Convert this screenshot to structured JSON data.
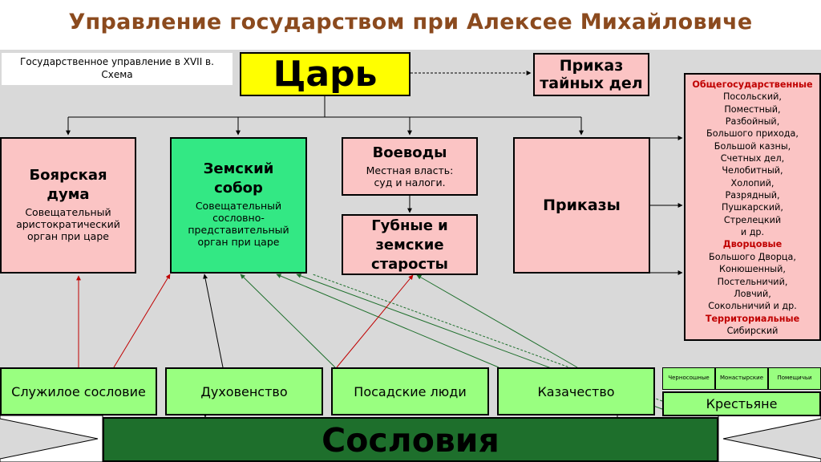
{
  "title": "Управление государством при Алексее Михайловиче",
  "caption": {
    "line1": "Государственное управление в XVII в.",
    "line2": "Схема"
  },
  "tsar": "Царь",
  "secret_office": {
    "line1": "Приказ",
    "line2": "тайных дел"
  },
  "boyar_duma": {
    "head_line1": "Боярская",
    "head_line2": "дума",
    "sub_line1": "Совещательный",
    "sub_line2": "аристократический",
    "sub_line3": "орган при царе"
  },
  "zemsky_sobor": {
    "head_line1": "Земский",
    "head_line2": "собор",
    "sub_line1": "Совещательный",
    "sub_line2": "сословно-",
    "sub_line3": "представительный",
    "sub_line4": "орган при царе"
  },
  "voevody": {
    "head": "Воеводы",
    "sub_line1": "Местная власть:",
    "sub_line2": "суд и налоги."
  },
  "gubnye": {
    "line1": "Губные и",
    "line2": "земские",
    "line3": "старосты"
  },
  "prikazy": "Приказы",
  "offices_list": {
    "general_heading": "Общегосударственные",
    "general": [
      "Посольский,",
      "Поместный,",
      "Разбойный,",
      "Большого прихода,",
      "Большой казны,",
      "Счетных дел,",
      "Челобитный,",
      "Холопий,",
      "Разрядный,",
      "Пушкарский,",
      "Стрелецкий",
      "и др."
    ],
    "palace_heading": "Дворцовые",
    "palace": [
      "Большого Дворца,",
      "Конюшенный,",
      "Постельничий,",
      "Ловчий,",
      "Сокольничий и др."
    ],
    "territorial_heading": "Территориальные",
    "territorial": [
      "Сибирский"
    ]
  },
  "estates": {
    "service": "Служилое сословие",
    "clergy": "Духовенство",
    "townspeople": "Посадские люди",
    "cossacks": "Казачество"
  },
  "peasants": {
    "label": "Крестьяне",
    "types": [
      "Черносошные",
      "Монастырские",
      "Помещичьи"
    ]
  },
  "banner": "Сословия",
  "colors": {
    "title": "#8b4a1e",
    "panel": "#d9d9d9",
    "tsar": "#ffff00",
    "pink": "#fbc4c4",
    "sobor_green": "#33e884",
    "estate_green": "#99ff80",
    "banner_green": "#1e6f2c",
    "heading_red": "#c00000",
    "arrow_red": "#c00000",
    "arrow_green": "#1e6f2c",
    "arrow_black": "#000000"
  }
}
